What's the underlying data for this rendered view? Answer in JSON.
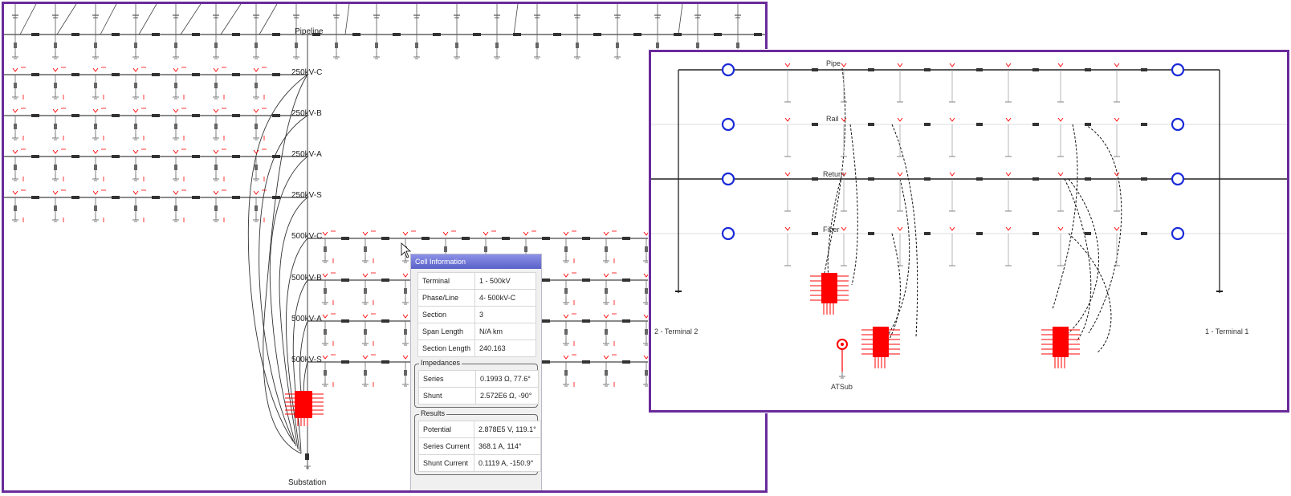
{
  "main": {
    "bus_labels": [
      "Pipeline",
      "250kV-C",
      "250kV-B",
      "250kV-A",
      "250kV-S",
      "500kV-C",
      "500kV-B",
      "500kV-A",
      "500kV-S"
    ],
    "substation_label": "Substation"
  },
  "cell_info": {
    "title": "Cell Information",
    "rows": [
      {
        "key": "Terminal",
        "value": "1 - 500kV"
      },
      {
        "key": "Phase/Line",
        "value": "4- 500kV-C"
      },
      {
        "key": "Section",
        "value": "3"
      },
      {
        "key": "Span Length",
        "value": "N/A km"
      },
      {
        "key": "Section Length",
        "value": "240.163"
      }
    ],
    "impedances": {
      "legend": "Impedances",
      "rows": [
        {
          "key": "Series",
          "value": "0.1993 Ω, 77.6°"
        },
        {
          "key": "Shunt",
          "value": "2.572E6 Ω, -90°"
        }
      ]
    },
    "results": {
      "legend": "Results",
      "rows": [
        {
          "key": "Potential",
          "value": "2.878E5 V, 119.1°"
        },
        {
          "key": "Series Current",
          "value": "368.1 A, 114°"
        },
        {
          "key": "Shunt Current",
          "value": "0.1119 A, -150.9°"
        }
      ]
    }
  },
  "inset": {
    "row_labels": [
      "Pipe",
      "Rail",
      "Return",
      "Fiber"
    ],
    "terminal_left": "2 - Terminal 2",
    "terminal_right": "1 - Terminal 1",
    "source_label": "ATSub"
  },
  "colors": {
    "frame": "#6a2b9a",
    "component": "#ff0000",
    "node": "#1a2bd8"
  }
}
